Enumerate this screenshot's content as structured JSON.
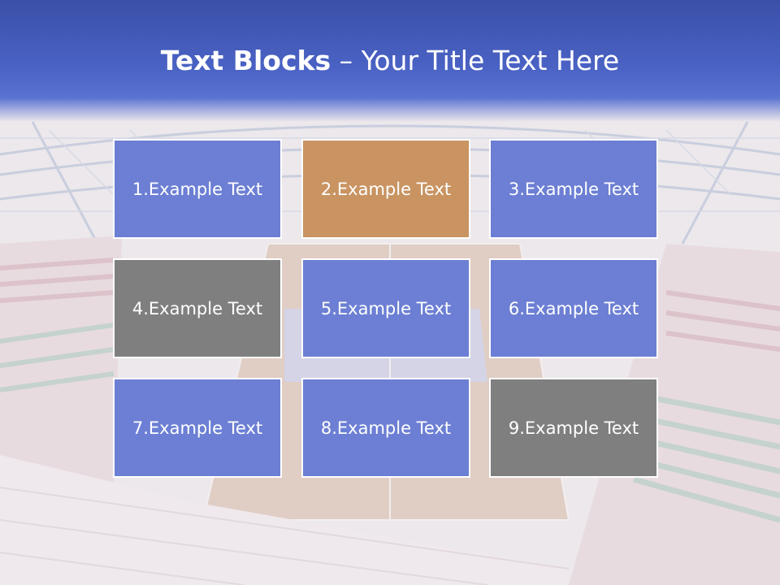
{
  "slide": {
    "title_bold": "Text Blocks",
    "title_separator": "–",
    "title_rest": "Your Title Text Here"
  },
  "blocks": [
    {
      "label": "1.Example Text",
      "color": "#6c7fd4"
    },
    {
      "label": "2.Example Text",
      "color": "#c99462"
    },
    {
      "label": "3.Example Text",
      "color": "#6c7fd4"
    },
    {
      "label": "4.Example Text",
      "color": "#7f7f7f"
    },
    {
      "label": "5.Example Text",
      "color": "#6c7fd4"
    },
    {
      "label": "6.Example Text",
      "color": "#6c7fd4"
    },
    {
      "label": "7.Example Text",
      "color": "#6c7fd4"
    },
    {
      "label": "8.Example Text",
      "color": "#6c7fd4"
    },
    {
      "label": "9.Example Text",
      "color": "#7f7f7f"
    }
  ],
  "theme": {
    "header_color": "#4a62c4",
    "text_color": "#ffffff"
  }
}
